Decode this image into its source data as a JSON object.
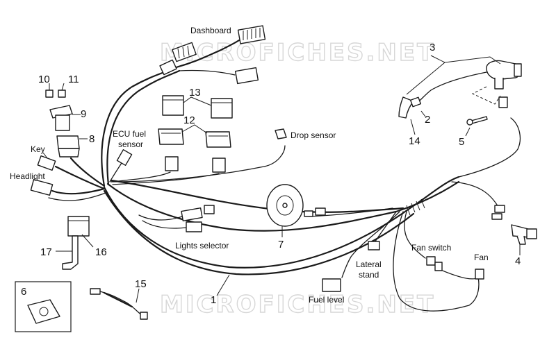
{
  "watermark": "MICROFICHES.NET",
  "labels": {
    "dashboard": "Dashboard",
    "ecu_fuel_sensor_1": "ECU fuel",
    "ecu_fuel_sensor_2": "sensor",
    "drop_sensor": "Drop sensor",
    "key": "Key",
    "headlight": "Headlight",
    "lights_selector": "Lights selector",
    "fan_switch": "Fan switch",
    "fan": "Fan",
    "lateral_stand_1": "Lateral",
    "lateral_stand_2": "stand",
    "fuel_level": "Fuel level"
  },
  "part_numbers": {
    "p1": "1",
    "p2": "2",
    "p3": "3",
    "p4": "4",
    "p5": "5",
    "p6": "6",
    "p7": "7",
    "p8": "8",
    "p9": "9",
    "p10": "10",
    "p11": "11",
    "p12": "12",
    "p13": "13",
    "p14": "14",
    "p15": "15",
    "p16": "16",
    "p17": "17"
  },
  "colors": {
    "line": "#1a1a1a",
    "watermark": "#d7d7d7",
    "background": "#ffffff"
  }
}
